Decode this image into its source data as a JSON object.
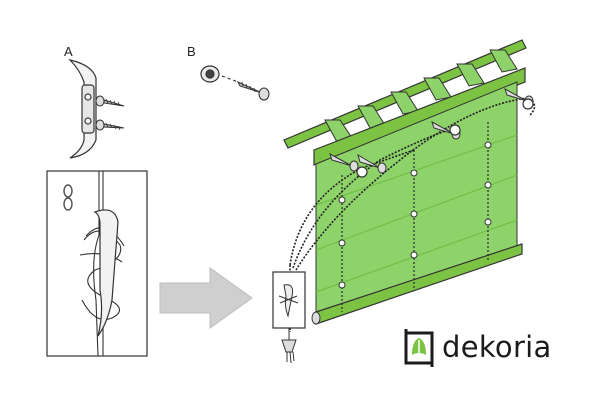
{
  "labels": {
    "part_a": "A",
    "part_b": "B"
  },
  "brand": {
    "name": "dekoria",
    "logo_icon": "leaf-in-frame-icon",
    "accent": "#7cc243"
  },
  "colors": {
    "fabric": "#8ed36a",
    "fabric_dark": "#6fbf45",
    "rail": "#7cc243",
    "cord": "#222222",
    "arrow": "#c8c8c8",
    "outline": "#333333"
  }
}
